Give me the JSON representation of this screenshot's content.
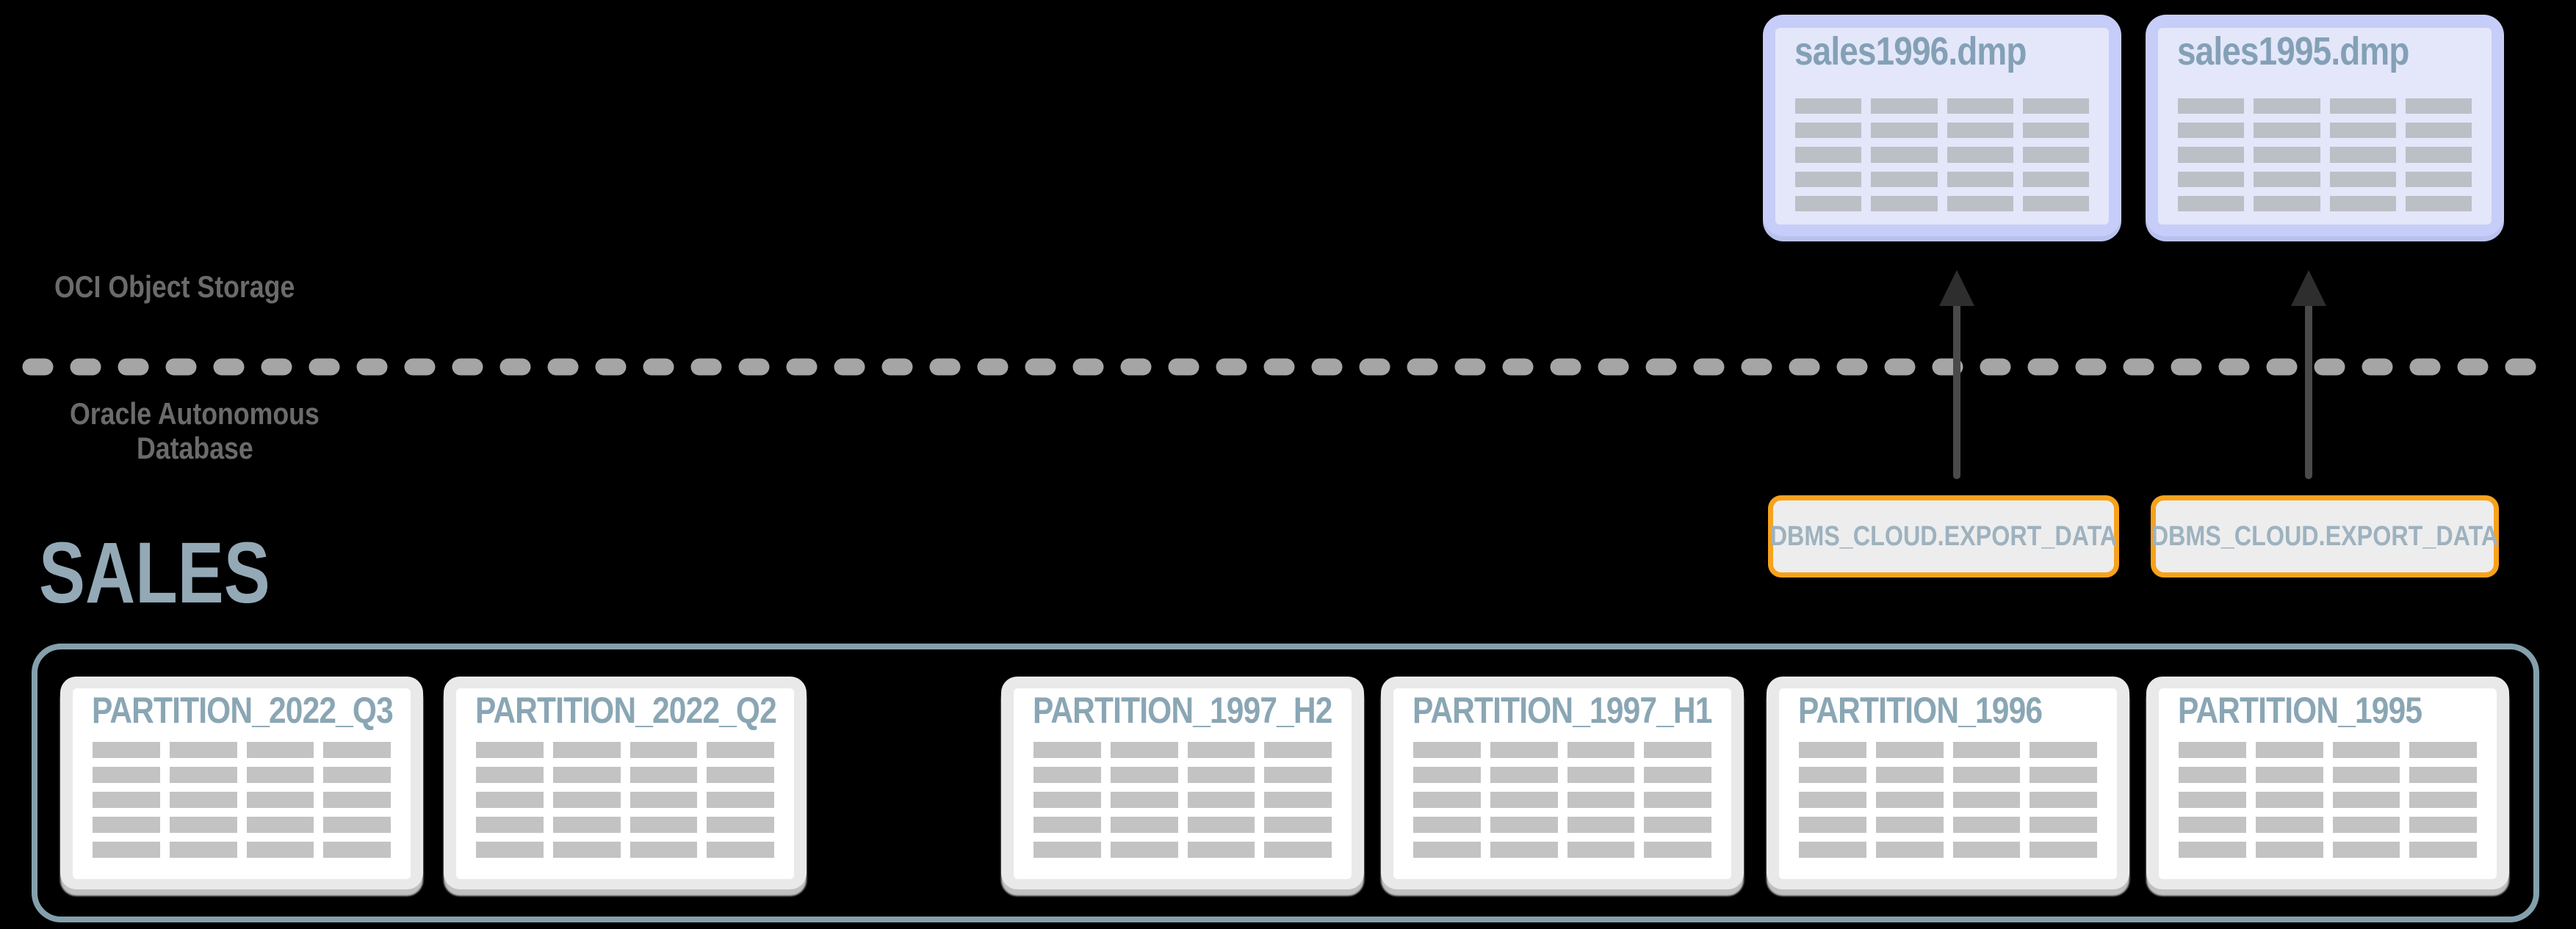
{
  "diagram": {
    "object_storage_label": "OCI Object Storage",
    "database_label_line1": "Oracle Autonomous",
    "database_label_line2": "Database",
    "schema_name": "SALES",
    "dump_files": [
      {
        "name": "sales1996.dmp"
      },
      {
        "name": "sales1995.dmp"
      }
    ],
    "export_calls": [
      {
        "label": "DBMS_CLOUD.EXPORT_DATA"
      },
      {
        "label": "DBMS_CLOUD.EXPORT_DATA"
      }
    ],
    "partitions": [
      {
        "name": "PARTITION_2022_Q3"
      },
      {
        "name": "PARTITION_2022_Q2"
      },
      {
        "name": "PARTITION_1997_H2"
      },
      {
        "name": "PARTITION_1997_H1"
      },
      {
        "name": "PARTITION_1996"
      },
      {
        "name": "PARTITION_1995"
      }
    ],
    "table_icon": {
      "rows": 5,
      "cols": 4
    },
    "colors": {
      "background": "#000000",
      "dump_card": "#c6cdf8",
      "dump_card_inner": "#e3e7f9",
      "partition_card": "#e9e9e9",
      "partition_card_inner": "#ffffff",
      "cell_gray": "#c3c3c3",
      "export_border": "#f7a21c",
      "export_fill": "#ededed",
      "export_text": "#9eb2bf",
      "container_border": "#84a0ac",
      "heading_blue": "#93a9b6",
      "card_title_blue": "#8aa6b4",
      "label_gray": "#6b6b6b",
      "dash_gray": "#a5a5a5",
      "arrow_stem": "#4a4a4a",
      "arrow_head": "#2e2e2e"
    }
  }
}
